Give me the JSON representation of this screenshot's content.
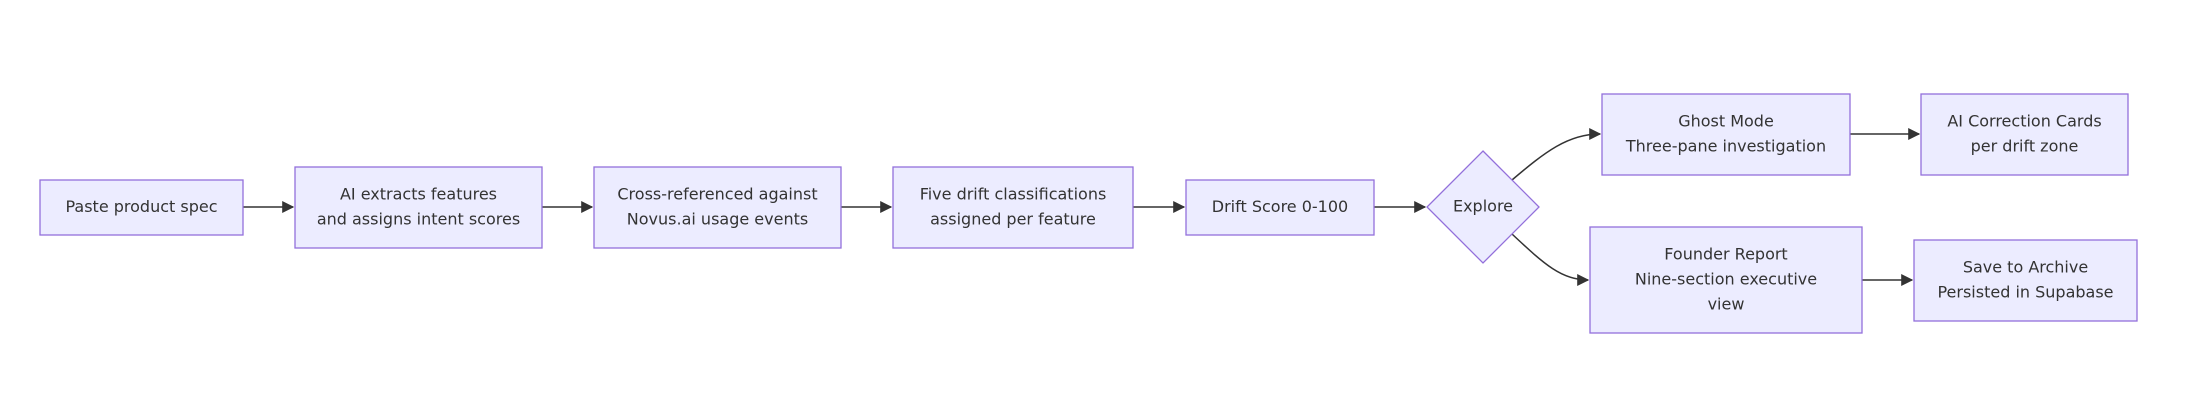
{
  "nodes": [
    {
      "id": "paste",
      "lines": [
        "Paste product spec"
      ]
    },
    {
      "id": "extract",
      "lines": [
        "AI extracts features",
        "and assigns intent scores"
      ]
    },
    {
      "id": "crossref",
      "lines": [
        "Cross-referenced against",
        "Novus.ai usage events"
      ]
    },
    {
      "id": "classify",
      "lines": [
        "Five drift classifications",
        "assigned per feature"
      ]
    },
    {
      "id": "score",
      "lines": [
        "Drift Score 0-100"
      ]
    },
    {
      "id": "explore",
      "lines": [
        "Explore"
      ]
    },
    {
      "id": "ghost",
      "lines": [
        "Ghost Mode",
        "Three-pane investigation"
      ]
    },
    {
      "id": "cards",
      "lines": [
        "AI Correction Cards",
        "per drift zone"
      ]
    },
    {
      "id": "report",
      "lines": [
        "Founder Report",
        "Nine-section executive",
        "view"
      ]
    },
    {
      "id": "archive",
      "lines": [
        "Save to Archive",
        "Persisted in Supabase"
      ]
    }
  ],
  "edges": [
    {
      "from": "paste",
      "to": "extract"
    },
    {
      "from": "extract",
      "to": "crossref"
    },
    {
      "from": "crossref",
      "to": "classify"
    },
    {
      "from": "classify",
      "to": "score"
    },
    {
      "from": "score",
      "to": "explore"
    },
    {
      "from": "explore",
      "to": "ghost"
    },
    {
      "from": "explore",
      "to": "report"
    },
    {
      "from": "ghost",
      "to": "cards"
    },
    {
      "from": "report",
      "to": "archive"
    }
  ],
  "colors": {
    "node_fill": "#ECECFF",
    "node_stroke": "#9370DB",
    "text": "#333333",
    "edge": "#333333"
  }
}
